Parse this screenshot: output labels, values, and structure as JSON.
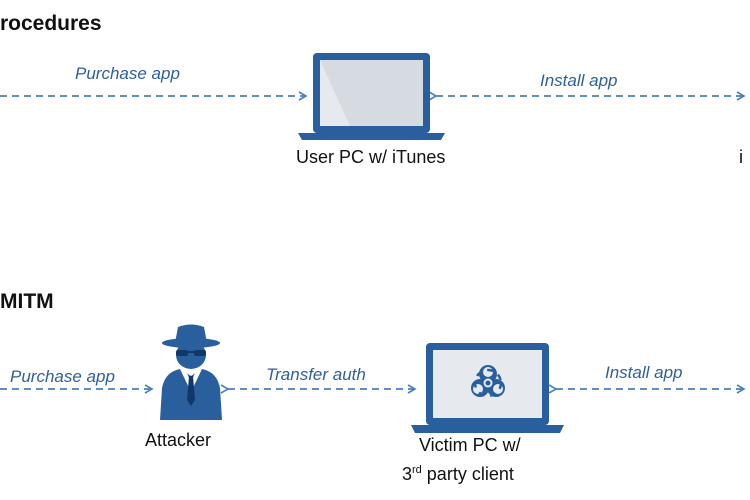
{
  "sections": [
    {
      "title": "rocedures",
      "edges": [
        {
          "label": "Purchase app"
        },
        {
          "label": "Install app"
        }
      ],
      "nodes": [
        {
          "label": "User PC w/ iTunes",
          "icon": "laptop-icon"
        },
        {
          "label": "i",
          "icon": "device-icon-cropped"
        }
      ]
    },
    {
      "title": "MITM",
      "edges": [
        {
          "label": "Purchase app"
        },
        {
          "label": "Transfer auth"
        },
        {
          "label": "Install app"
        }
      ],
      "nodes": [
        {
          "label": "Attacker",
          "icon": "spy-icon"
        },
        {
          "label_line1": "Victim PC w/",
          "label_line2_prefix": "3",
          "label_line2_sup": "rd",
          "label_line2_suffix": " party client",
          "icon": "biohazard-laptop-icon"
        }
      ]
    }
  ],
  "colors": {
    "arrow": "#4a7fc1",
    "icon_fill": "#2a5f9e",
    "screen": "#e6e9ee",
    "edge_label": "#2f5f9b"
  }
}
